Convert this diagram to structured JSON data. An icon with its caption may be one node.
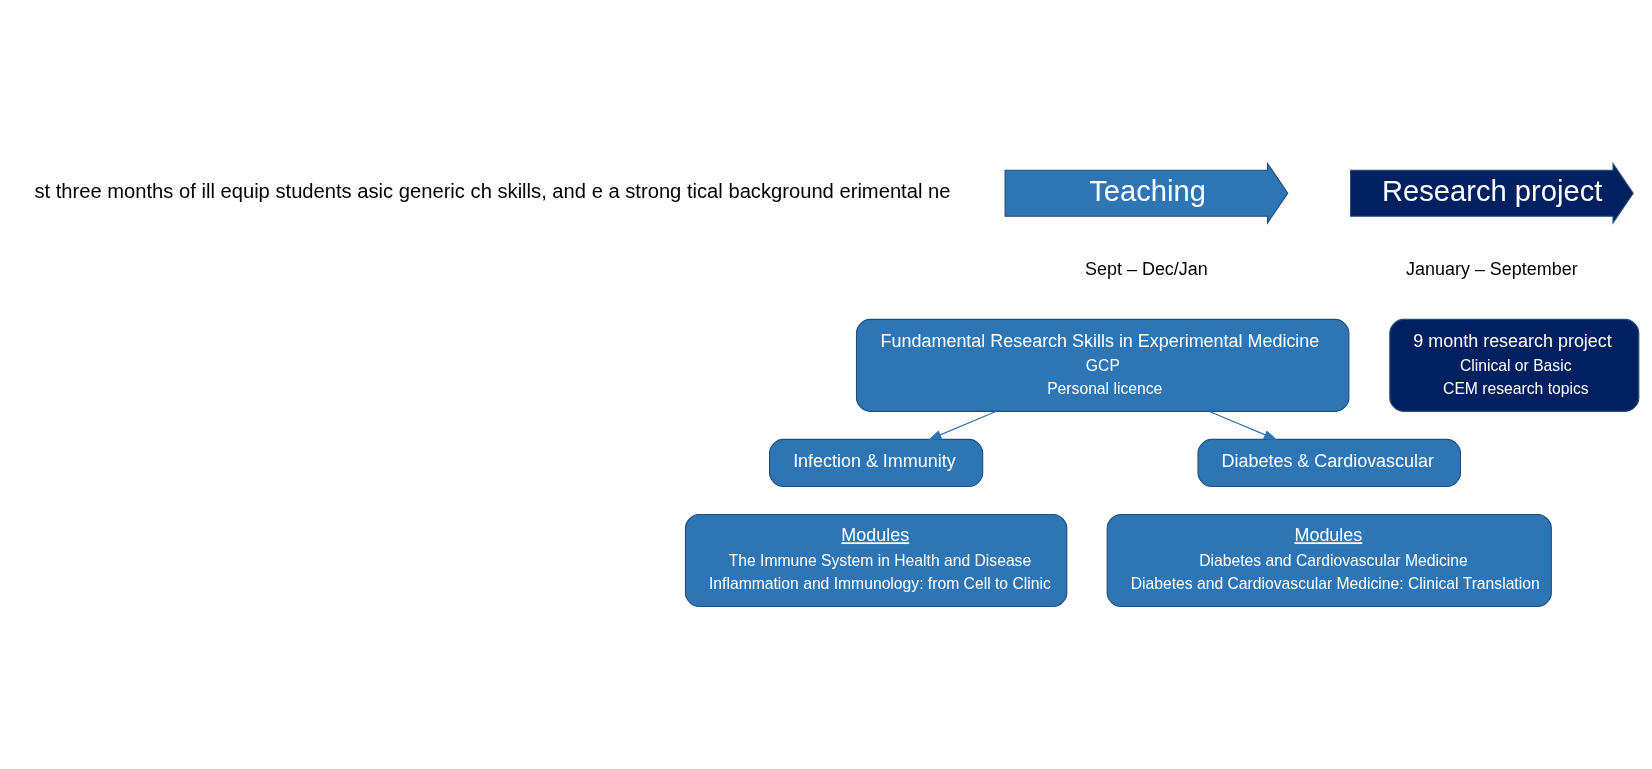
{
  "diagram": {
    "nodes": [
      {
        "text": [
          "Teaching"
        ]
      },
      {
        "text": [
          "Research project"
        ]
      },
      {
        "text": [
          "Fundamental Research Skills in Experimental Medicine",
          "GCP",
          "Personal licence"
        ],
        "beside": [
          "Sept – Dec/Jan"
        ]
      },
      {
        "text": [
          "9 month research project",
          "Clinical or Basic",
          "CEM research topics"
        ],
        "beside": [
          "January – September"
        ]
      },
      {
        "text": [
          "Infection & Immunity"
        ]
      },
      {
        "text": [
          "Diabetes & Cardiovascular"
        ]
      },
      {
        "text": [
          "Modules",
          "The Immune System in Health and Disease",
          "Inflammation and Immunology: from Cell to Clinic"
        ]
      },
      {
        "text": [
          "Modules",
          "Diabetes and Cardiovascular Medicine",
          "Diabetes and Cardiovascular Medicine: Clinical Translation"
        ]
      }
    ],
    "edges": [
      {
        "from": 2,
        "to": 4,
        "arrow": "to"
      },
      {
        "from": 2,
        "to": 5,
        "arrow": "to"
      }
    ],
    "labels": [
      "st three months of ill equip students asic generic ch skills, and e a strong tical background erimental ne"
    ]
  }
}
